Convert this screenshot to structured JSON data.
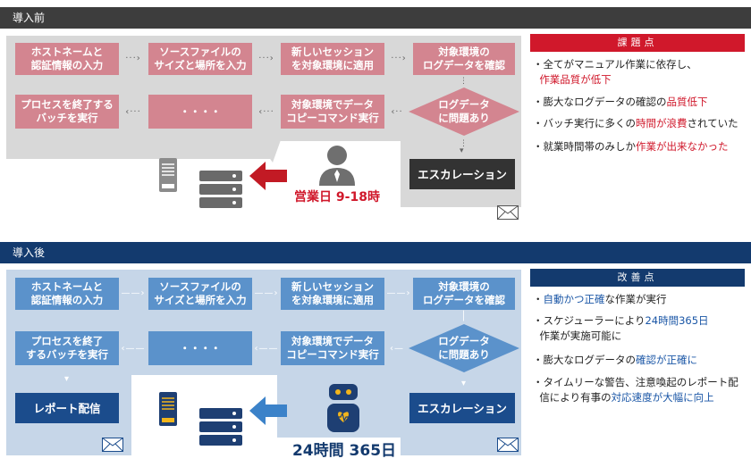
{
  "before": {
    "header": "導入前",
    "flow": {
      "hostname_auth": "ホストネームと\n認証情報の入力",
      "source_file": "ソースファイルの\nサイズと場所を入力",
      "new_session": "新しいセッション\nを対象環境に適用",
      "log_confirm": "対象環境の\nログデータを確認",
      "decision": "ログデータ\nに問題あり",
      "copy_command": "対象環境でデータ\nコピーコマンド実行",
      "ellipsis": "・・・・",
      "end_process": "プロセスを終了する\nバッチを実行",
      "escalation": "エスカレーション"
    },
    "hours": "営業日 9-18時",
    "issues": {
      "title": "課題点",
      "i1a": "全てがマニュアル作業に依存し、",
      "i1b": "作業品質が低下",
      "i2a": "膨大なログデータの確認の",
      "i2b": "品質低下",
      "i3a": "バッチ実行に多くの",
      "i3b": "時間が浪費",
      "i3c": "されていた",
      "i4a": "就業時間帯のみしか",
      "i4b": "作業が出来なかった"
    }
  },
  "after": {
    "header": "導入後",
    "flow": {
      "hostname_auth": "ホストネームと\n認証情報の入力",
      "source_file": "ソースファイルの\nサイズと場所を入力",
      "new_session": "新しいセッション\nを対象環境に適用",
      "log_confirm": "対象環境の\nログデータを確認",
      "decision": "ログデータ\nに問題あり",
      "copy_command": "対象環境でデータ\nコピーコマンド実行",
      "ellipsis": "・・・・",
      "end_process": "プロセスを終了\nするバッチを実行",
      "report": "レポート配信",
      "escalation": "エスカレーション"
    },
    "hours": "24時間 365日",
    "improvements": {
      "title": "改善点",
      "i1a": "自動かつ正確",
      "i1b": "な作業が実行",
      "i2a": "スケジューラーにより",
      "i2b": "24時間365日",
      "i2c": "作業が実施可能に",
      "i3a": "膨大なログデータの",
      "i3b": "確認が正確に",
      "i4a": "タイムリーな警告、注意喚起のレポート配",
      "i4b": "信により有事の",
      "i4c": "対応速度が大幅に向上"
    }
  },
  "colors": {
    "before_header": "#3d3d3d",
    "after_header": "#133a6e",
    "before_box": "#d38590",
    "after_box": "#5b92cb",
    "issue_red": "#d0182b",
    "improve_blue": "#1a56a6",
    "red_arrow": "#c21a24",
    "blue_arrow": "#3b82c9"
  },
  "icons": [
    "server-icon",
    "person-icon",
    "robot-icon",
    "mail-icon",
    "tower-icon"
  ]
}
